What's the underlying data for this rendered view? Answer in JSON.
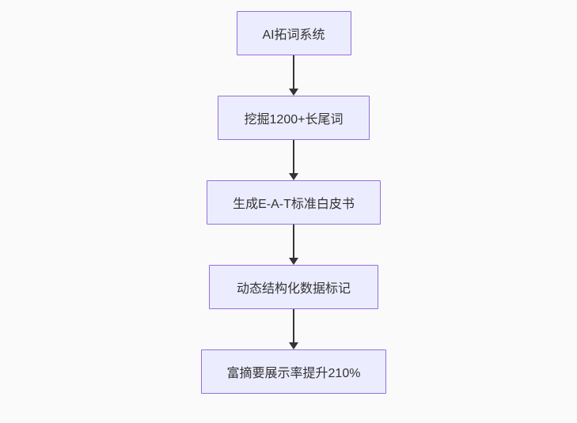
{
  "diagram": {
    "type": "flowchart",
    "direction": "top-down",
    "colors": {
      "node_fill": "#ECECFF",
      "node_border": "#9370DB",
      "arrow": "#333333",
      "text": "#333333",
      "background": "#fafafa"
    },
    "nodes": [
      {
        "id": "n1",
        "label": "AI拓词系统"
      },
      {
        "id": "n2",
        "label": "挖掘1200+长尾词"
      },
      {
        "id": "n3",
        "label": "生成E-A-T标准白皮书"
      },
      {
        "id": "n4",
        "label": "动态结构化数据标记"
      },
      {
        "id": "n5",
        "label": "富摘要展示率提升210%"
      }
    ],
    "edges": [
      {
        "from": "n1",
        "to": "n2"
      },
      {
        "from": "n2",
        "to": "n3"
      },
      {
        "from": "n3",
        "to": "n4"
      },
      {
        "from": "n4",
        "to": "n5"
      }
    ]
  }
}
